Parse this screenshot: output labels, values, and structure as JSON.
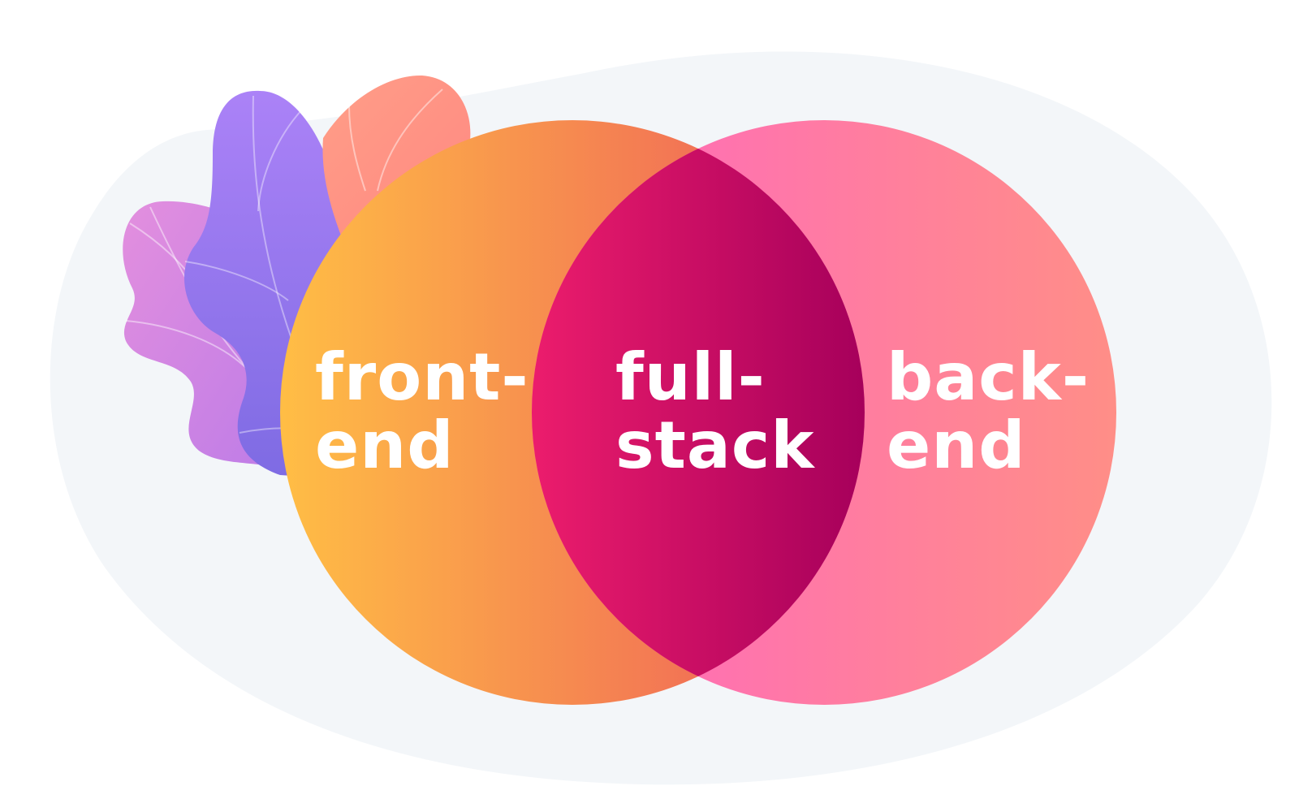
{
  "diagram": {
    "type": "venn",
    "sets": [
      {
        "id": "frontend",
        "label_lines": [
          "front-",
          "end"
        ],
        "gradient": [
          "#FFBD45",
          "#F27355"
        ]
      },
      {
        "id": "backend",
        "label_lines": [
          "back-",
          "end"
        ],
        "gradient": [
          "#FF72B0",
          "#FF8E87"
        ]
      }
    ],
    "intersection": {
      "id": "fullstack",
      "label_lines": [
        "full-",
        "stack"
      ],
      "gradient": [
        "#EB1C6C",
        "#A6005B"
      ]
    }
  },
  "colors": {
    "background_blob": "#F3F6F9",
    "leaf_purple": [
      "#AB82F7",
      "#7E6BE3"
    ],
    "leaf_violet": [
      "#E38FDE",
      "#BA7AE8"
    ],
    "leaf_coral": [
      "#FF9E87",
      "#FF8882"
    ],
    "leaf_vein": "#FFFFFF"
  },
  "decorations": [
    "background-blob",
    "leaf-violet",
    "leaf-purple",
    "leaf-coral"
  ]
}
